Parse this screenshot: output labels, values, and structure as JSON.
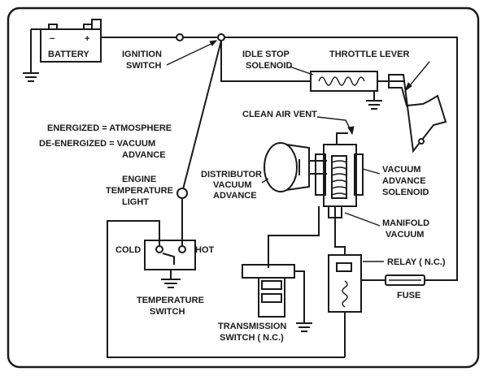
{
  "labels": {
    "battery": "BATTERY",
    "battery_minus": "−",
    "battery_plus": "+",
    "ignition_switch_1": "IGNITION",
    "ignition_switch_2": "SWITCH",
    "idle_stop_1": "IDLE STOP",
    "idle_stop_2": "SOLENOID",
    "throttle_lever": "THROTTLE LEVER",
    "clean_air_vent": "CLEAN AIR VENT",
    "energized": "ENERGIZED = ATMOSPHERE",
    "deenergized_1": "DE-ENERGIZED = VACUUM",
    "deenergized_2": "ADVANCE",
    "distributor_1": "DISTRIBUTOR",
    "distributor_2": "VACUUM",
    "distributor_3": "ADVANCE",
    "vacuum_adv_sol_1": "VACUUM",
    "vacuum_adv_sol_2": "ADVANCE",
    "vacuum_adv_sol_3": "SOLENOID",
    "engine_temp_1": "ENGINE",
    "engine_temp_2": "TEMPERATURE",
    "engine_temp_3": "LIGHT",
    "manifold_1": "MANIFOLD",
    "manifold_2": "VACUUM",
    "cold": "COLD",
    "hot": "HOT",
    "temp_switch_1": "TEMPERATURE",
    "temp_switch_2": "SWITCH",
    "relay": "RELAY ( N.C.)",
    "fuse": "FUSE",
    "trans_switch_1": "TRANSMISSION",
    "trans_switch_2": "SWITCH ( N.C.)"
  }
}
